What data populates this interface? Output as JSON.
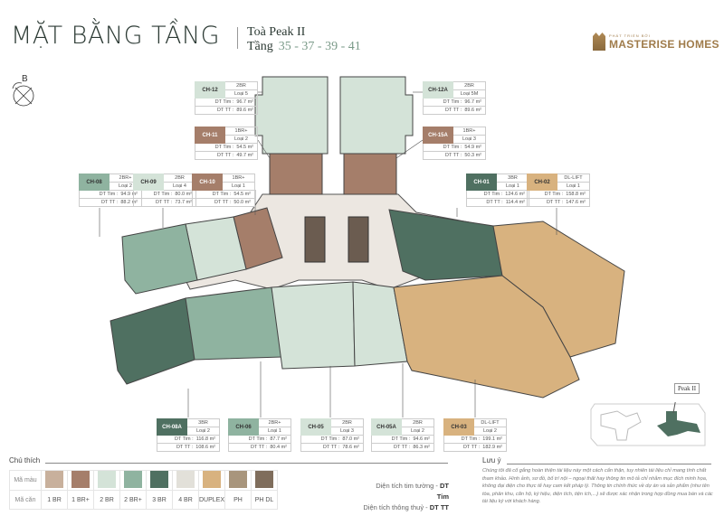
{
  "header": {
    "title": "MẶT BẰNG TẦNG",
    "building": "Toà Peak II",
    "floors_label": "Tầng",
    "floors": "35 - 37 - 39 - 41"
  },
  "logo": {
    "tagline": "PHÁT TRIỂN BỞI",
    "brand": "MASTERISE HOMES"
  },
  "compass": {
    "label": "B"
  },
  "units": [
    {
      "id": "CH-12",
      "type": "2BR",
      "variant": "Loại 5",
      "dt_tim": "96.7 m²",
      "dt_tt": "89.6 m²",
      "color": "#d4e3d8"
    },
    {
      "id": "CH-12A",
      "type": "2BR",
      "variant": "Loại 5M",
      "dt_tim": "96.7 m²",
      "dt_tt": "89.6 m²",
      "color": "#d4e3d8"
    },
    {
      "id": "CH-11",
      "type": "1BR+",
      "variant": "Loại 2",
      "dt_tim": "54.5 m²",
      "dt_tt": "49.7 m²",
      "color": "#a57e6a"
    },
    {
      "id": "CH-15A",
      "type": "1BR+",
      "variant": "Loại 3",
      "dt_tim": "54.9 m²",
      "dt_tt": "50.3 m²",
      "color": "#a57e6a"
    },
    {
      "id": "CH-08",
      "type": "2BR+",
      "variant": "Loại 2",
      "dt_tim": "94.9 m²",
      "dt_tt": "88.2 m²",
      "color": "#8fb3a0"
    },
    {
      "id": "CH-09",
      "type": "2BR",
      "variant": "Loại 4",
      "dt_tim": "80.0 m²",
      "dt_tt": "73.7 m²",
      "color": "#d4e3d8"
    },
    {
      "id": "CH-10",
      "type": "1BR+",
      "variant": "Loại 1",
      "dt_tim": "54.5 m²",
      "dt_tt": "50.0 m²",
      "color": "#a57e6a"
    },
    {
      "id": "CH-01",
      "type": "3BR",
      "variant": "Loại 1",
      "dt_tim": "124.6 m²",
      "dt_tt": "114.4 m²",
      "color": "#4f7061"
    },
    {
      "id": "CH-02",
      "type": "DL-LIFT",
      "variant": "Loại 1",
      "dt_tim": "158.8 m²",
      "dt_tt": "147.6 m²",
      "color": "#d8b27f"
    },
    {
      "id": "CH-08A",
      "type": "3BR",
      "variant": "Loại 2",
      "dt_tim": "116.8 m²",
      "dt_tt": "108.6 m²",
      "color": "#4f7061"
    },
    {
      "id": "CH-06",
      "type": "2BR+",
      "variant": "Loại 1",
      "dt_tim": "87.7 m²",
      "dt_tt": "80.4 m²",
      "color": "#8fb3a0"
    },
    {
      "id": "CH-05",
      "type": "2BR",
      "variant": "Loại 3",
      "dt_tim": "87.0 m²",
      "dt_tt": "78.6 m²",
      "color": "#d4e3d8"
    },
    {
      "id": "CH-05A",
      "type": "2BR",
      "variant": "Loại 2",
      "dt_tim": "94.6 m²",
      "dt_tt": "86.3 m²",
      "color": "#d4e3d8"
    },
    {
      "id": "CH-03",
      "type": "DL-LIFT",
      "variant": "Loại 2",
      "dt_tim": "199.1 m²",
      "dt_tt": "182.9 m²",
      "color": "#d8b27f"
    }
  ],
  "area_labels": {
    "dt_tim": "DT Tim :",
    "dt_tt": "DT TT :"
  },
  "legend": {
    "title": "Chú thích",
    "row_color": "Mã màu",
    "row_type": "Mã căn",
    "items": [
      {
        "label": "1 BR",
        "color": "#c8b09c"
      },
      {
        "label": "1 BR+",
        "color": "#a57e6a"
      },
      {
        "label": "2 BR",
        "color": "#d4e3d8"
      },
      {
        "label": "2 BR+",
        "color": "#8fb3a0"
      },
      {
        "label": "3 BR",
        "color": "#4f7061"
      },
      {
        "label": "4 BR",
        "color": "#e2e0d9"
      },
      {
        "label": "DUPLEX",
        "color": "#d8b27f"
      },
      {
        "label": "PH",
        "color": "#a8957c"
      },
      {
        "label": "PH DL",
        "color": "#7f6d5c"
      }
    ],
    "def_tim_text": "Diện tích tim tường - ",
    "def_tim_abbr": "DT Tim",
    "def_tt_text": "Diện tích thông thuỷ - ",
    "def_tt_abbr": "DT TT"
  },
  "note": {
    "title": "Lưu ý",
    "text": "Chúng tôi đã cố gắng hoàn thiện tài liệu này một cách cẩn thận, tuy nhiên tài liệu chỉ mang tính chất tham khảo. Hình ảnh, sơ đồ, bố trí nội – ngoại thất hay thông tin mô tả chỉ nhằm mục đích minh họa, không đại diện cho thực tế hay cam kết pháp lý. Thông tin chính thức về dự án và sản phẩm (như tên tòa, phân khu, căn hộ, ký hiệu, diện tích, tiện ích,...) sẽ được xác nhận trong hợp đồng mua bán và các tài liệu ký với khách hàng."
  },
  "keyplan": {
    "label": "Peak II",
    "highlight_color": "#4f7061"
  }
}
